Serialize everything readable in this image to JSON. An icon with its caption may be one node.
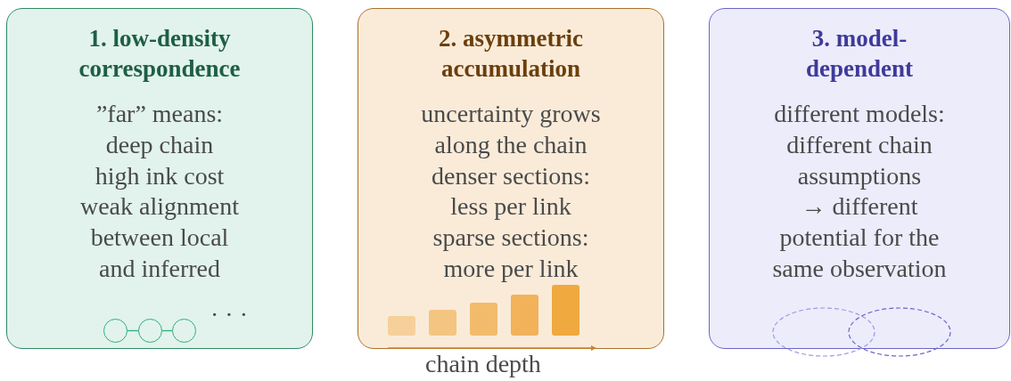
{
  "diagram": {
    "nodes": [
      {
        "text": [
          "1. low-density correspondence",
          "”far” means:",
          "deep chain",
          "high ink cost",
          "weak alignment",
          "between local and inferred"
        ]
      },
      {
        "text": [
          "2. asymmetric accumulation",
          "uncertainty grows along the chain",
          "denser sections:",
          "less per link",
          "sparse sections:",
          "more per link"
        ]
      },
      {
        "text": [
          "3. model-dependent",
          "different models:",
          "different chain assumptions",
          "→ different",
          "potential for the same observation"
        ]
      },
      {
        "text": [],
        "shape": "circle",
        "in": 0
      },
      {
        "text": [],
        "shape": "circle",
        "in": 0
      },
      {
        "text": [],
        "shape": "circle",
        "in": 0
      }
    ],
    "edges": [
      {
        "from": 3,
        "to": 4,
        "arrow": "none"
      },
      {
        "from": 4,
        "to": 5,
        "arrow": "none"
      }
    ],
    "labels": [
      "· · ·",
      "chain depth"
    ]
  }
}
